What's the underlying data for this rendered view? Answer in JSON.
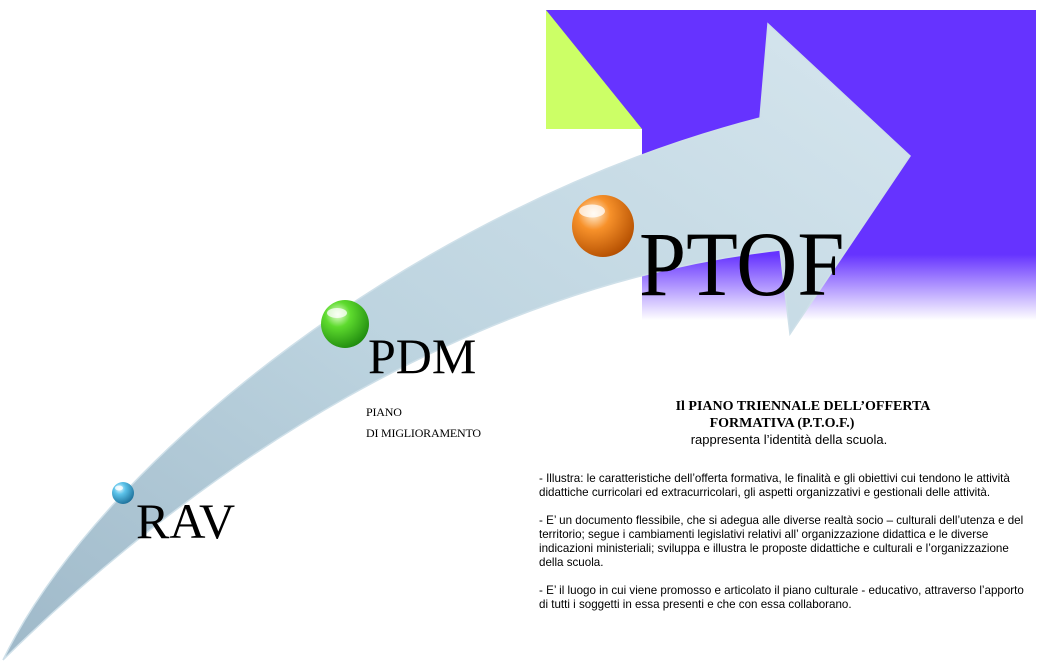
{
  "steps": {
    "rav": {
      "label": "RAV",
      "bead_color": "#3aa7d2"
    },
    "pdm": {
      "label": "PDM",
      "bead_color": "#43c41f",
      "sub_line1": "PIANO",
      "sub_line2": "DI MIGLIORAMENTO"
    },
    "ptof": {
      "label": "PTOF",
      "bead_color": "#f07a10"
    }
  },
  "ptof_text": {
    "heading_line1": "Il PIANO TRIENNALE DELL’OFFERTA",
    "heading_line2": "FORMATIVA (P.T.O.F.)",
    "heading_line3": "rappresenta l’identità della scuola.",
    "paragraphs": [
      "- Illustra:  le caratteristiche dell’offerta formativa,  le finalità e gli obiettivi cui tendono le attività didattiche curricolari ed extracurricolari, gli aspetti organizzativi e gestionali delle attività.",
      "- E’ un documento flessibile, che si adegua alle diverse realtà socio – culturali dell’utenza e del territorio; segue i cambiamenti legislativi relativi all’ organizzazione didattica e le diverse indicazioni ministeriali; sviluppa e illustra le proposte didattiche e culturali e l’organizzazione della scuola.",
      "- E’ il luogo in cui viene promosso e articolato il piano culturale - educativo, attraverso l’apporto di tutti i soggetti in essa presenti e che con essa collaborano."
    ]
  },
  "colors": {
    "purple_panel": "#6633ff",
    "lime_triangle": "#ccff66",
    "arrow_fill": "#bcd3df"
  }
}
